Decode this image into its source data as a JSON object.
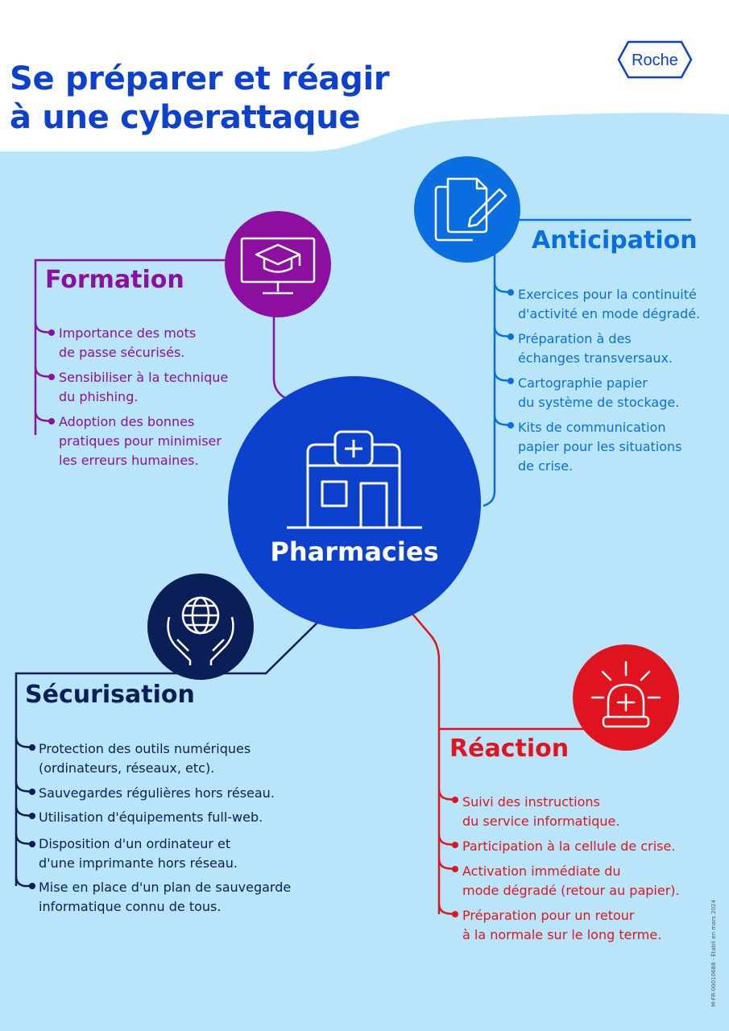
{
  "header": {
    "title_line1": "Se préparer et réagir",
    "title_line2": "à une cyberattaque",
    "logo_text": "Roche"
  },
  "center": {
    "label": "Pharmacies"
  },
  "colors": {
    "background": "#b9e5fb",
    "formation": "#8c0fa0",
    "anticipation": "#0b6ee0",
    "securisation": "#0a1e57",
    "reaction": "#e0141e",
    "center": "#0b41cd"
  },
  "sections": {
    "formation": {
      "title": "Formation",
      "icon": "graduation-monitor-icon",
      "items": [
        [
          "Importance des mots",
          "de passe sécurisés."
        ],
        [
          "Sensibiliser à la technique",
          "du phishing."
        ],
        [
          "Adoption des bonnes",
          "pratiques pour minimiser",
          "les erreurs humaines."
        ]
      ]
    },
    "anticipation": {
      "title": "Anticipation",
      "icon": "documents-pencil-icon",
      "items": [
        [
          "Exercices pour la continuité",
          "d'activité en mode dégradé."
        ],
        [
          "Préparation à des",
          "échanges transversaux."
        ],
        [
          "Cartographie papier",
          "du système de stockage."
        ],
        [
          "Kits de communication",
          "papier pour les situations",
          "de crise."
        ]
      ]
    },
    "securisation": {
      "title": "Sécurisation",
      "icon": "globe-hands-icon",
      "items": [
        [
          "Protection des outils numériques",
          "(ordinateurs, réseaux, etc)."
        ],
        [
          "Sauvegardes régulières hors réseau."
        ],
        [
          "Utilisation d'équipements full-web."
        ],
        [
          "Disposition d'un ordinateur et",
          "d'une imprimante hors réseau."
        ],
        [
          "Mise en place d'un plan de sauvegarde",
          "informatique connu de tous."
        ]
      ]
    },
    "reaction": {
      "title": "Réaction",
      "icon": "alarm-siren-icon",
      "items": [
        [
          "Suivi des instructions",
          "du service informatique."
        ],
        [
          "Participation à la cellule de crise."
        ],
        [
          "Activation immédiate du",
          "mode dégradé (retour au papier)."
        ],
        [
          "Préparation pour un retour",
          "à la normale sur le long terme."
        ]
      ]
    }
  },
  "footer": {
    "reference": "M-FR-00010688 - Établi en mars 2024"
  }
}
